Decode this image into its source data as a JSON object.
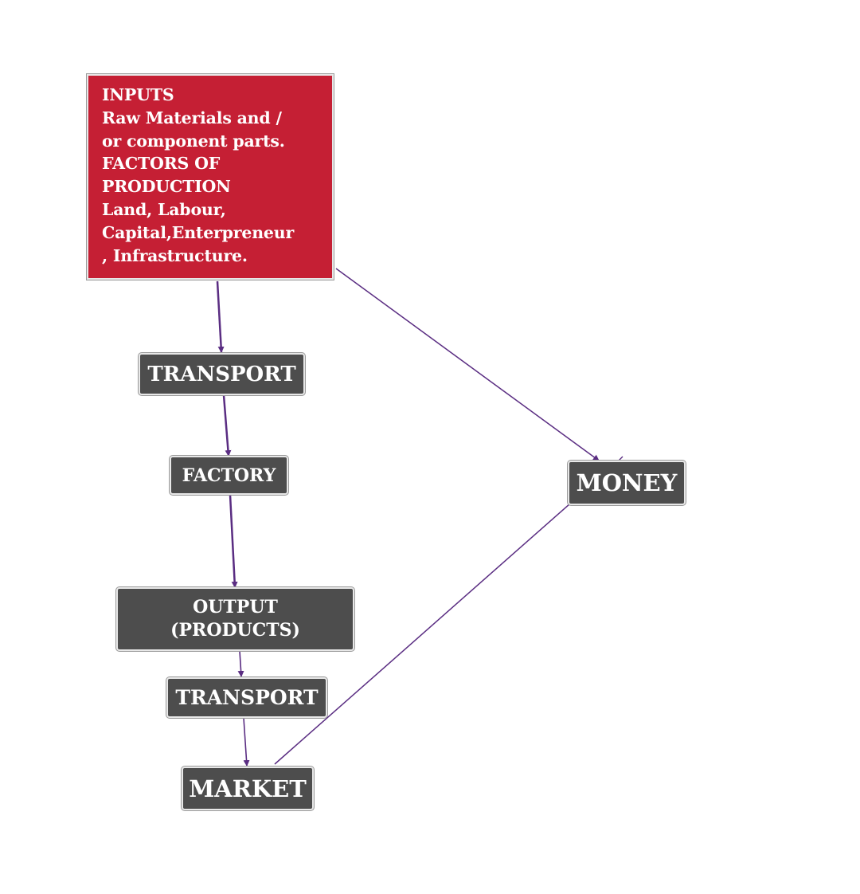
{
  "diagram": {
    "inputs_box": {
      "lines": [
        "INPUTS",
        "Raw Materials and /",
        "or component parts.",
        "FACTORS OF",
        "PRODUCTION",
        "Land, Labour,",
        "Capital,Enterpreneur",
        ", Infrastructure."
      ]
    },
    "transport_1": "TRANSPORT",
    "factory": "FACTORY",
    "output": {
      "line1": "OUTPUT",
      "line2": "(PRODUCTS)"
    },
    "transport_2": "TRANSPORT",
    "market": "MARKET",
    "money": "MONEY"
  },
  "colors": {
    "inputs_box_fill": "#c51f34",
    "node_fill": "#4d4d4d",
    "connector": "#5a2d82",
    "text": "#ffffff"
  }
}
